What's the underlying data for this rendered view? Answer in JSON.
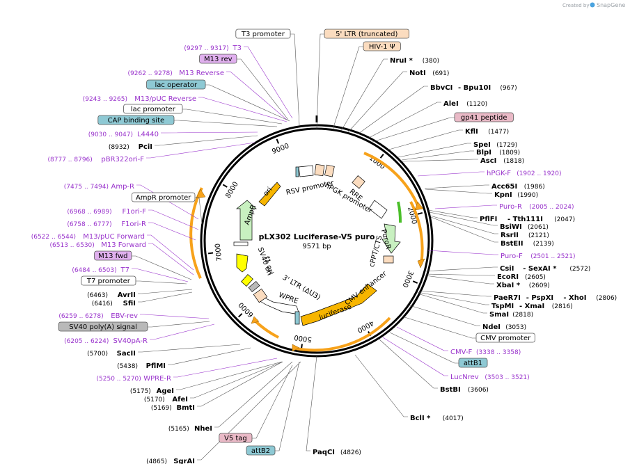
{
  "credit": "Created by",
  "brand": "SnapGene",
  "plasmid": {
    "name": "pLX302 Luciferase-V5 puro",
    "length": "9571 bp"
  },
  "colors": {
    "primer": "#9933cc",
    "aqua": "#8ec9d4",
    "peach": "#fbdcbf",
    "pink": "#e9b9c6",
    "violet": "#e0b0ee",
    "gray": "#b9b9b9",
    "white": "#ffffff",
    "gold": "#f7b500",
    "green": "#c8f0c0",
    "yellow": "#ffff00"
  },
  "ticks": [
    "1000",
    "2000",
    "3000",
    "4000",
    "5000",
    "6000",
    "7000",
    "8000",
    "9000"
  ],
  "left_labels": [
    {
      "text": "T3 promoter",
      "kind": "box",
      "bg": "white"
    },
    {
      "text": "(9297 .. 9317)",
      "label": "T3",
      "kind": "primer"
    },
    {
      "text": "M13 rev",
      "kind": "box",
      "bg": "violet"
    },
    {
      "text": "(9262 .. 9278)",
      "label": "M13 Reverse",
      "kind": "primer"
    },
    {
      "text": "lac operator",
      "kind": "box",
      "bg": "aqua"
    },
    {
      "text": "(9243 .. 9265)",
      "label": "M13/pUC Reverse",
      "kind": "primer"
    },
    {
      "text": "lac promoter",
      "kind": "box",
      "bg": "white"
    },
    {
      "text": "CAP binding site",
      "kind": "box",
      "bg": "aqua"
    },
    {
      "text": "(9030 .. 9047)",
      "label": "L4440",
      "kind": "primer"
    },
    {
      "text": "(8932)",
      "label": "PciI",
      "kind": "enzyme"
    },
    {
      "text": "(8777 .. 8796)",
      "label": "pBR322ori-F",
      "kind": "primer"
    },
    {
      "text": "(7475 .. 7494)",
      "label": "Amp-R",
      "kind": "primer"
    },
    {
      "text": "AmpR promoter",
      "kind": "box",
      "bg": "white"
    },
    {
      "text": "(6968 .. 6989)",
      "label": "F1ori-F",
      "kind": "primer"
    },
    {
      "text": "(6758 .. 6777)",
      "label": "F1ori-R",
      "kind": "primer"
    },
    {
      "text": "(6522 .. 6544)",
      "label": "M13/pUC Forward",
      "kind": "primer"
    },
    {
      "text": "(6513 .. 6530)",
      "label": "M13 Forward",
      "kind": "primer"
    },
    {
      "text": "M13 fwd",
      "kind": "box",
      "bg": "violet"
    },
    {
      "text": "(6484 .. 6503)",
      "label": "T7",
      "kind": "primer"
    },
    {
      "text": "T7 promoter",
      "kind": "box",
      "bg": "white"
    },
    {
      "text": "(6463)",
      "label": "AvrII",
      "kind": "enzyme"
    },
    {
      "text": "(6416)",
      "label": "SfiI",
      "kind": "enzyme"
    },
    {
      "text": "(6259 .. 6278)",
      "label": "EBV-rev",
      "kind": "primer"
    },
    {
      "text": "SV40 poly(A) signal",
      "kind": "box",
      "bg": "gray"
    },
    {
      "text": "(6205 .. 6224)",
      "label": "SV40pA-R",
      "kind": "primer"
    },
    {
      "text": "(5700)",
      "label": "SacII",
      "kind": "enzyme"
    },
    {
      "text": "(5438)",
      "label": "PflMI",
      "kind": "enzyme"
    },
    {
      "text": "(5250 .. 5270)",
      "label": "WPRE-R",
      "kind": "primer"
    },
    {
      "text": "(5175)",
      "label": "AgeI",
      "kind": "enzyme"
    },
    {
      "text": "(5170)",
      "label": "AfeI",
      "kind": "enzyme"
    },
    {
      "text": "(5169)",
      "label": "BmtI",
      "kind": "enzyme"
    },
    {
      "text": "(5165)",
      "label": "NheI",
      "kind": "enzyme"
    },
    {
      "text": "V5 tag",
      "kind": "box",
      "bg": "pink"
    },
    {
      "text": "attB2",
      "kind": "box",
      "bg": "aqua"
    },
    {
      "text": "(4865)",
      "label": "SgrAI",
      "kind": "enzyme"
    }
  ],
  "right_labels": [
    {
      "text": "5' LTR (truncated)",
      "kind": "box",
      "bg": "peach"
    },
    {
      "text": "HIV-1 Ψ",
      "kind": "box",
      "bg": "peach"
    },
    {
      "label": "NruI *",
      "text": "(380)",
      "kind": "enzyme"
    },
    {
      "label": "NotI",
      "text": "(691)",
      "kind": "enzyme"
    },
    {
      "label": "BbvCI",
      "label2": "- Bpu10I",
      "text": "(967)",
      "kind": "enzyme"
    },
    {
      "label": "AleI",
      "text": "(1120)",
      "kind": "enzyme"
    },
    {
      "text": "gp41 peptide",
      "kind": "box",
      "bg": "pink"
    },
    {
      "label": "KflI",
      "text": "(1477)",
      "kind": "enzyme"
    },
    {
      "label": "SpeI",
      "text": "(1729)",
      "kind": "enzyme"
    },
    {
      "label": "BlpI",
      "text": "(1809)",
      "kind": "enzyme"
    },
    {
      "label": "AscI",
      "text": "(1818)",
      "kind": "enzyme"
    },
    {
      "label": "hPGK-F",
      "text": "(1902 .. 1920)",
      "kind": "primer"
    },
    {
      "label": "Acc65I",
      "text": "(1986)",
      "kind": "enzyme"
    },
    {
      "label": "KpnI",
      "text": "(1990)",
      "kind": "enzyme"
    },
    {
      "label": "Puro-R",
      "text": "(2005 .. 2024)",
      "kind": "primer"
    },
    {
      "label": "PflFI",
      "label2": "- Tth111I",
      "text": "(2047)",
      "kind": "enzyme"
    },
    {
      "label": "BsiWI",
      "text": "(2061)",
      "kind": "enzyme"
    },
    {
      "label": "RsrII",
      "text": "(2121)",
      "kind": "enzyme"
    },
    {
      "label": "BstEII",
      "text": "(2139)",
      "kind": "enzyme"
    },
    {
      "label": "Puro-F",
      "text": "(2501 .. 2521)",
      "kind": "primer"
    },
    {
      "label": "CsiI",
      "label2": "- SexAI *",
      "text": "(2572)",
      "kind": "enzyme"
    },
    {
      "label": "EcoRI",
      "text": "(2605)",
      "kind": "enzyme"
    },
    {
      "label": "XbaI *",
      "text": "(2609)",
      "kind": "enzyme"
    },
    {
      "label": "PaeR7I",
      "label2": "- PspXI",
      "label3": "- XhoI",
      "text": "(2806)",
      "kind": "enzyme"
    },
    {
      "label": "TspMI",
      "label2": "- XmaI",
      "text": "(2816)",
      "kind": "enzyme"
    },
    {
      "label": "SmaI",
      "text": "(2818)",
      "kind": "enzyme"
    },
    {
      "label": "NdeI",
      "text": "(3053)",
      "kind": "enzyme"
    },
    {
      "text": "CMV promoter",
      "kind": "box",
      "bg": "white"
    },
    {
      "label": "CMV-F",
      "text": "(3338 .. 3358)",
      "kind": "primer"
    },
    {
      "text": "attB1",
      "kind": "box",
      "bg": "aqua"
    },
    {
      "label": "LucNrev",
      "text": "(3503 .. 3521)",
      "kind": "primer"
    },
    {
      "label": "BstBI",
      "text": "(3606)",
      "kind": "enzyme"
    },
    {
      "label": "BclI *",
      "text": "(4017)",
      "kind": "enzyme"
    },
    {
      "label": "PaqCI",
      "text": "(4826)",
      "kind": "enzyme"
    }
  ],
  "inner_labels": [
    "RSV promoter",
    "RRE",
    "hPGK promoter",
    "PuroR",
    "cPPT/CTS",
    "CMV enhancer",
    "luciferase",
    "WPRE",
    "3' LTR (ΔU3)",
    "SV40 ori",
    "f1 ori",
    "AmpR",
    "ori"
  ]
}
